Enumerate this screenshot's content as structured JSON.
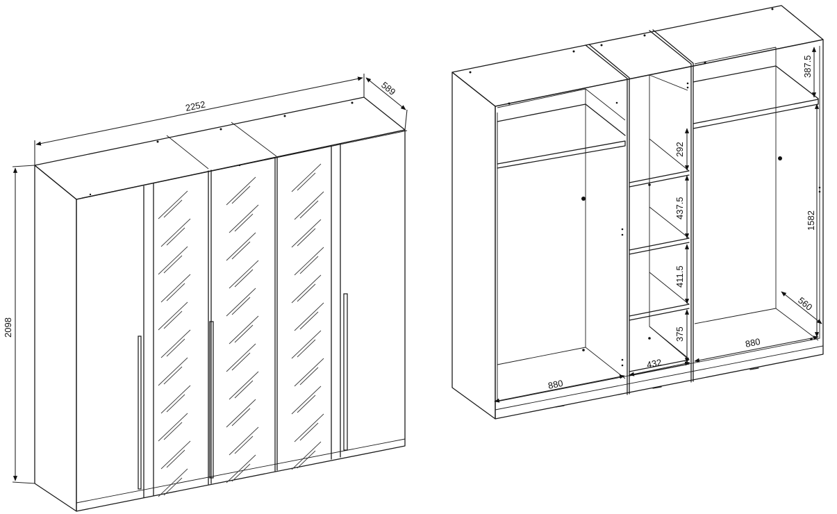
{
  "front_view": {
    "width_label": "2252",
    "depth_label": "589",
    "height_label": "2098"
  },
  "interior_view": {
    "top_shelf_gap_label": "387.5",
    "hanging_height_label": "1582",
    "shelf_gap_1_label": "292",
    "shelf_gap_2_label": "437.5",
    "shelf_gap_3_label": "411.5",
    "shelf_gap_4_label": "375",
    "inner_depth_label": "560",
    "left_width_label": "880",
    "middle_width_label": "432",
    "right_width_label": "880"
  },
  "colors": {
    "line": "#1a1a1a",
    "background": "#ffffff"
  }
}
